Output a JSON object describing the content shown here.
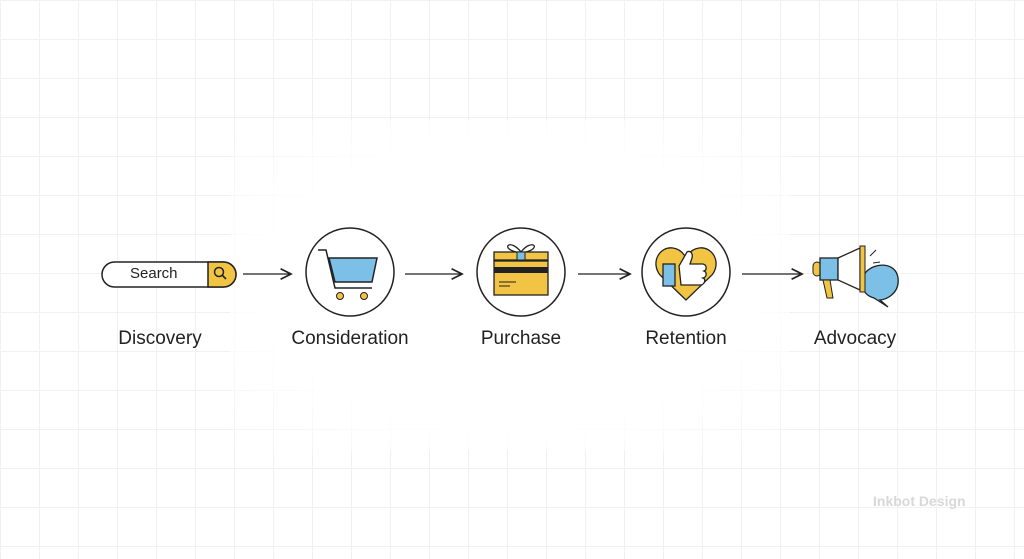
{
  "stages": [
    {
      "label": "Discovery",
      "icon": "search-bar-icon"
    },
    {
      "label": "Consideration",
      "icon": "shopping-cart-icon"
    },
    {
      "label": "Purchase",
      "icon": "gift-card-icon"
    },
    {
      "label": "Retention",
      "icon": "heart-thumbs-up-icon"
    },
    {
      "label": "Advocacy",
      "icon": "megaphone-icon"
    }
  ],
  "search_text": "Search",
  "watermark": "Inkbot Design",
  "colors": {
    "yellow": "#f2c443",
    "blue": "#7cc0e8",
    "stroke": "#222222"
  }
}
